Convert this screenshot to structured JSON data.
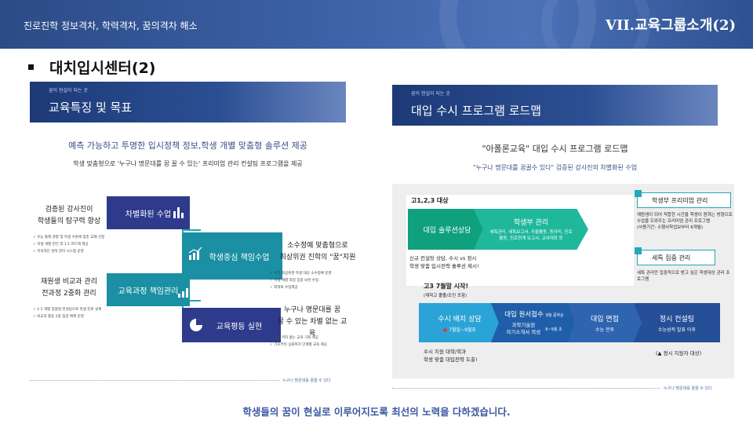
{
  "header": {
    "subtitle": "진로진학 정보격차, 학력격차, 꿈의격차 해소",
    "chapter": "VII.교육그룹소개(2)"
  },
  "section_title": "대치입시센터(2)",
  "left_panel": {
    "banner_small": "꿈이 현실이 되는 곳",
    "banner_title": "교육특징 및 목표",
    "headline": "예측 가능하고 투명한 입시정책 정보,학생 개별 맞춤형 솔루션 제공",
    "subline": "학생 맞춤형으로 '누구나 명문대를 꿈 꿀 수 있는' 프리미엄 관리 컨설팅 프로그램을 제공",
    "pills": [
      "차별화된 수업",
      "학생중심 책임수업",
      "교육과정 책임관리",
      "교육평등 실현"
    ],
    "labels": {
      "l1": "검증된 강사진이\n학생들의 탐구력 향상",
      "l2": "재원생 비교과 관리\n전과정 2중화 관리",
      "r1": "소수정예 맞춤형으로\n최상위권 진학의 \"꿈\"지원",
      "r2": "누구나 명문대를 꿈\n꿀 수 있는 차별 없는 교육"
    },
    "notes": {
      "l1": [
        "수능 출제 경향 및 학생 수준에 맞춘 교재 선정",
        "학생 개별 진단 후 1:1 피드백 제공",
        "지속적인 성적 관리 시스템 운영"
      ],
      "l2": [
        "1:1 개별 맞춤형 컨설팅으로 학생 진로 설계",
        "비교과 활동 2중 점검 체계 운영"
      ],
      "r1": [
        "지역 최상위권 학생 대상 소수정예 운영",
        "학생 개별 약점 집중 보완 수업",
        "최적화 수업제공"
      ],
      "r2": [
        "지역 격차 없는 교육 기회 제공",
        "기초부터 심화까지 단계별 교육 제공"
      ]
    },
    "footer_note": "누구나 명문대를 꿈꿀 수 있다"
  },
  "right_panel": {
    "banner_small": "꿈이 현실이 되는 곳",
    "banner_title": "대입 수시 프로그램 로드맵",
    "headline": "\"아폴론교육\" 대입 수시 프로그램 로드맵",
    "subline": "\"누구나 명문대를 꿈꿀수 있다\" 검증된 강사진의 차별화된 수업",
    "group1_label": "고1,2,3 대상",
    "step1": "대입 솔루션상담",
    "step2_title": "학생부 관리",
    "step2_desc": "세특관리, 세특보고서, 자율활동, 동아리, 진로활동, 진로연계 보고서, 교내대회 등",
    "step1_note": "신규 컨설팅 상담, 수시 vs 정시\n학생 맞춤 입시전략 솔루션 제시!",
    "side1_title": "학생부 프리미엄 관리",
    "side1_desc": "재원생이 되어 적합한 시간을 학생이 원하는 방향으로 수업을 도와주는 프리미엄 관리 프로그램\n(사용기간: 수행사학업보부터 6개월)",
    "side2_title": "세특 집중 관리",
    "side2_desc": "세특 관리만 집중적으로 받고 싶은 학생대상 관리 프로그램",
    "group2_label": "고3  7월말 시작!",
    "group2_sub": "(재학고 졸졸/조진 포함)",
    "s1_title": "수시 배치 상담",
    "s1_period": "7월말~9월초",
    "s2_title": "대입 원서접수",
    "s2_period": "9월 중하순",
    "s2_sub": "과학기술원\n자기소개서 작성",
    "s2_sub_period": "8~9월 초",
    "s3_title": "대입 면접",
    "s3_sub": "수능 전후",
    "s4_title": "정시 컨설팅",
    "s4_sub": "수능성적 발표 이후",
    "s1_note": "수시 지원 대학/학과\n학생 맞춤 대입전략 도출!",
    "s4_note": "(▲ 정시 지원자 대상)",
    "footer_note": "누구나 명문대를 꿈꿀 수 있다"
  },
  "footer": "학생들의 꿈이 현실로 이루어지도록 최선의 노력을 다하겠습니다.",
  "colors": {
    "navy": "#2e3b8c",
    "teal": "#1b8fa3",
    "green": "#0fa07e",
    "blue": "#1f5ea8"
  }
}
